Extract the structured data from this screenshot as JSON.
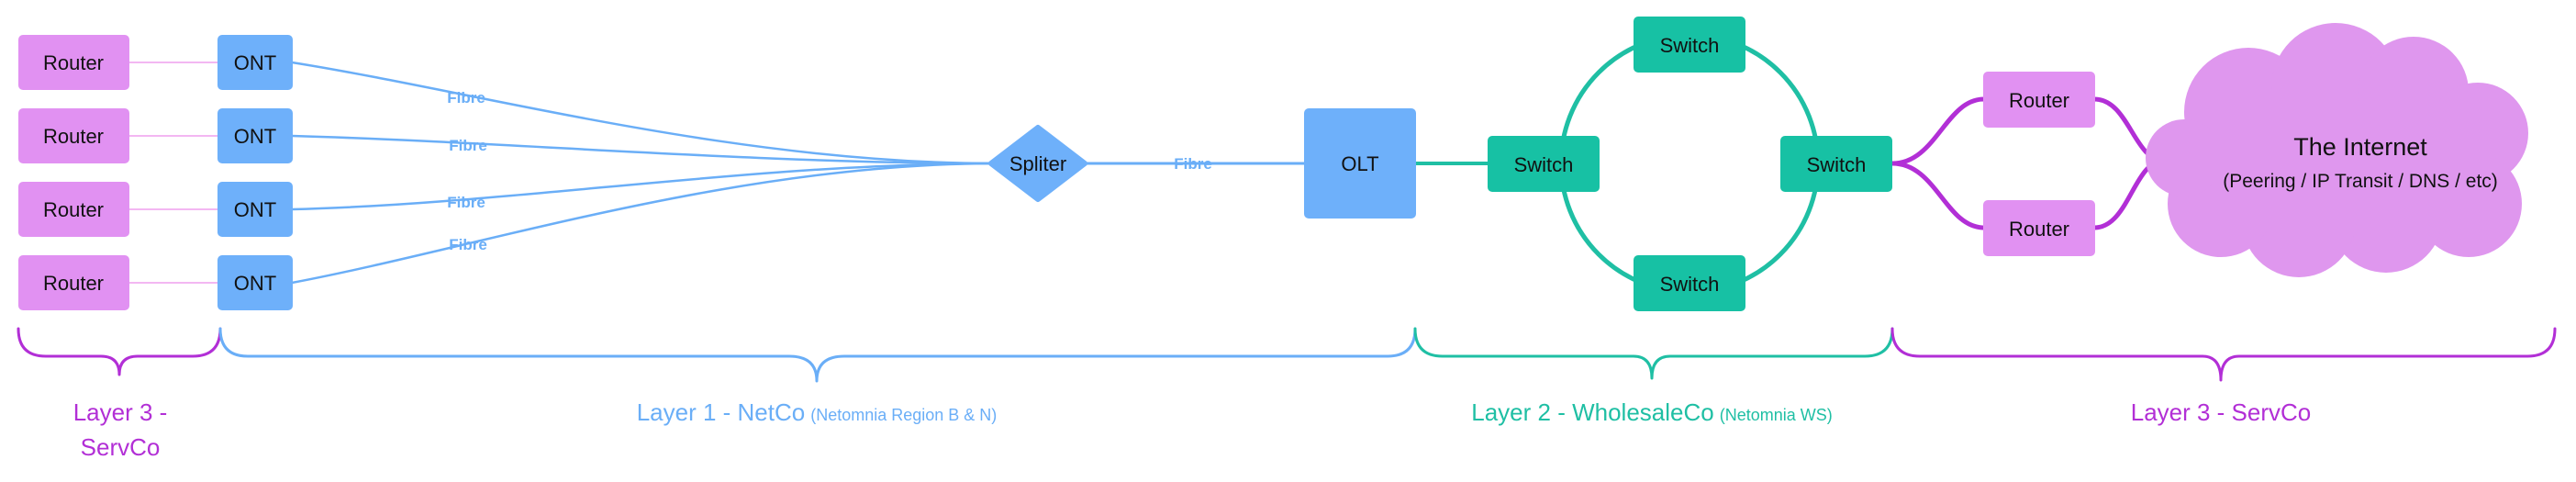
{
  "colors": {
    "purple_fill": "#e191f2",
    "purple_line": "#b22fd6",
    "blue_fill": "#6eb0fa",
    "blue_line": "#6aaef7",
    "teal_fill": "#17c1a4",
    "teal_line": "#1fbfa4",
    "cloud_fill": "#df97ee",
    "router_link": "#f3b7f2"
  },
  "nodes": {
    "home_routers": [
      "Router",
      "Router",
      "Router",
      "Router"
    ],
    "onts": [
      "ONT",
      "ONT",
      "ONT",
      "ONT"
    ],
    "splitter": "Spliter",
    "olt": "OLT",
    "switch_left": "Switch",
    "switch_top": "Switch",
    "switch_right": "Switch",
    "switch_bottom": "Switch",
    "servco_router_top": "Router",
    "servco_router_bottom": "Router",
    "internet_title": "The Internet",
    "internet_subtitle": "(Peering / IP Transit / DNS / etc)"
  },
  "links": {
    "fibre_labels": [
      "Fibre",
      "Fibre",
      "Fibre",
      "Fibre",
      "Fibre"
    ]
  },
  "layers": {
    "servco_left_line1": "Layer 3 -",
    "servco_left_line2": "ServCo",
    "netco": "Layer 1 - NetCo",
    "netco_note": "(Netomnia Region B & N)",
    "wholesaleco": "Layer 2 - WholesaleCo",
    "wholesaleco_note": "(Netomnia WS)",
    "servco_right": "Layer 3 - ServCo"
  }
}
